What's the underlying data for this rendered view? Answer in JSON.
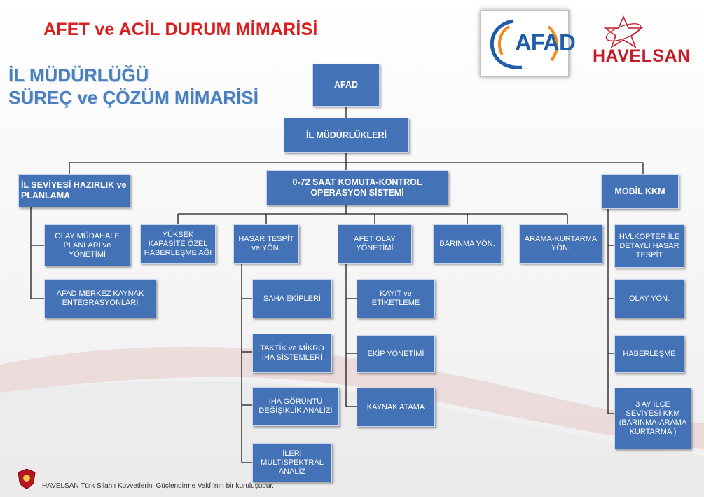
{
  "header": {
    "title": "AFET ve ACİL DURUM MİMARİSİ",
    "subtitle_line1": "İL MÜDÜRLÜĞÜ",
    "subtitle_line2": "SÜREÇ ve ÇÖZÜM MİMARİSİ",
    "afad_logo_text": "AFAD",
    "havelsan_logo_text": "HAVELSAN"
  },
  "colors": {
    "box_fill": "#4472b6",
    "title_red": "#d81e1e",
    "subtitle_blue": "#4a7fbf",
    "connector": "#1b1b1b"
  },
  "diagram": {
    "root": "AFAD",
    "level2": "İL MÜDÜRLÜKLERİ",
    "branches": {
      "planning": {
        "label": "İL SEVİYESİ HAZIRLIK ve PLANLAMA",
        "children": [
          "OLAY MÜDAHALE PLANLARI ve YÖNETİMİ",
          "AFAD MERKEZ KAYNAK ENTEGRASYONLARI"
        ]
      },
      "command": {
        "label": "0-72 SAAT KOMUTA-KONTROL OPERASYON SİSTEMİ",
        "children": {
          "comms": "YÜKSEK KAPASİTE ÖZEL HABERLEŞME AĞI",
          "damage": {
            "label": "HASAR TESPİT ve YÖN.",
            "children": [
              "SAHA EKİPLERİ",
              "TAKTİK ve MİKRO İHA SİSTEMLERİ",
              "İHA GÖRÜNTÜ DEĞİŞİKLİK ANALİZİ",
              "İLERİ MULTISPEKTRAL ANALİZ"
            ]
          },
          "event": {
            "label": "AFET OLAY YÖNETİMİ",
            "children": [
              "KAYIT ve ETİKETLEME",
              "EKİP YÖNETİMİ",
              "KAYNAK ATAMA"
            ]
          },
          "shelter": "BARINMA YÖN.",
          "search": "ARAMA-KURTARMA YÖN."
        }
      },
      "mobile": {
        "label": "MOBİL KKM",
        "children": [
          "HVLKOPTER İLE DETAYLI HASAR TESPİT",
          "OLAY YÖN.",
          "HABERLEŞME",
          "3 AY İLÇE SEVİYESİ KKM (BARINMA-ARAMA KURTARMA )"
        ]
      }
    }
  },
  "footer": {
    "text": "HAVELSAN Türk Silahlı Kuvvetlerini Güçlendirme Vakfı'nın bir kuruluşudur."
  }
}
